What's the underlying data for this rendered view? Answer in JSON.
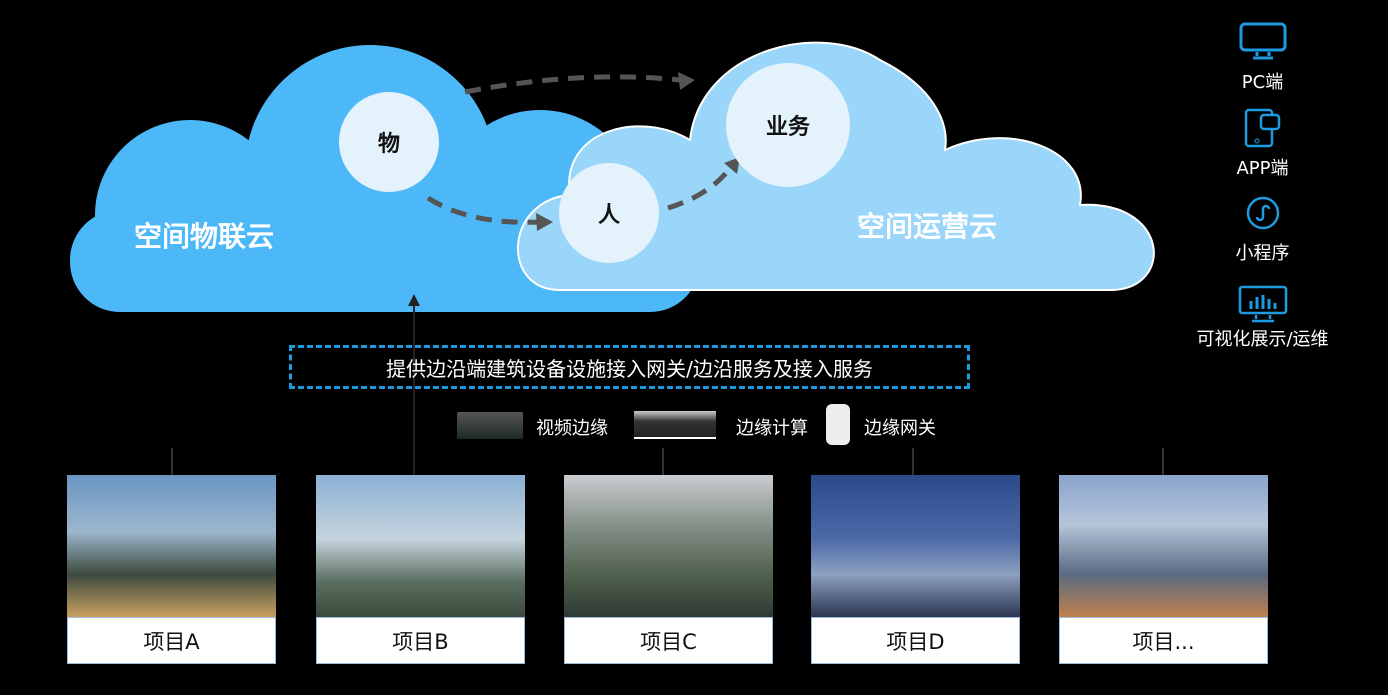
{
  "clouds": {
    "iot": {
      "label": "空间物联云",
      "color": "#4DB8F8"
    },
    "ops": {
      "label": "空间运营云",
      "color": "#99D6FA"
    }
  },
  "nodes": {
    "thing": "物",
    "person": "人",
    "business": "业务"
  },
  "clients": [
    {
      "label": "PC端",
      "icon": "monitor-icon"
    },
    {
      "label": "APP端",
      "icon": "tablet-app-icon"
    },
    {
      "label": "小程序",
      "icon": "mini-program-icon"
    },
    {
      "label": "可视化展示/运维",
      "icon": "dashboard-monitor-icon"
    }
  ],
  "banner": "提供边沿端建筑设备设施接入网关/边沿服务及接入服务",
  "devices": [
    {
      "label": "视频边缘",
      "icon": "video-edge-device-icon"
    },
    {
      "label": "边缘计算",
      "icon": "server-icon"
    },
    {
      "label": "边缘网关",
      "icon": "gateway-icon"
    }
  ],
  "projects": [
    {
      "label": "项目A"
    },
    {
      "label": "项目B"
    },
    {
      "label": "项目C"
    },
    {
      "label": "项目D"
    },
    {
      "label": "项目..."
    }
  ],
  "accent": "#1E9BE0"
}
